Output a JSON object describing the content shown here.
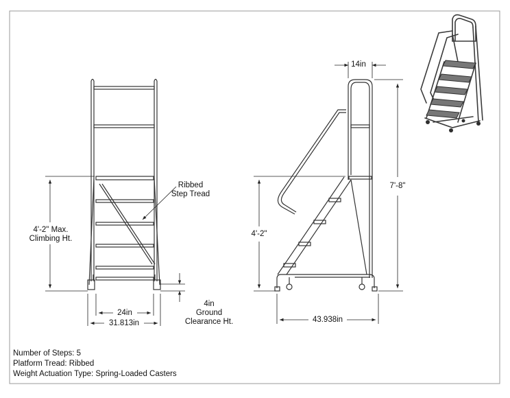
{
  "front_view": {
    "ribbed_label_line1": "Ribbed",
    "ribbed_label_line2": "Step Tread",
    "climb_label_line1": "4'-2\" Max.",
    "climb_label_line2": "Climbing Ht.",
    "inner_width": "24in",
    "outer_width": "31.813in",
    "ground_line1": "4in",
    "ground_line2": "Ground",
    "ground_line3": "Clearance Ht."
  },
  "side_view": {
    "top_width": "14in",
    "overall_height": "7'-8\"",
    "platform_height": "4'-2\"",
    "base_depth": "43.938in"
  },
  "specs": {
    "steps": "Number of Steps: 5",
    "tread": "Platform Tread: Ribbed",
    "actuation": "Weight Actuation Type: Spring-Loaded Casters"
  },
  "colors": {
    "frame_line": "#333333",
    "frame_fill": "#f2f2f2",
    "iso_fill": "#8a8a8a",
    "iso_dark": "#3a3a3a"
  }
}
